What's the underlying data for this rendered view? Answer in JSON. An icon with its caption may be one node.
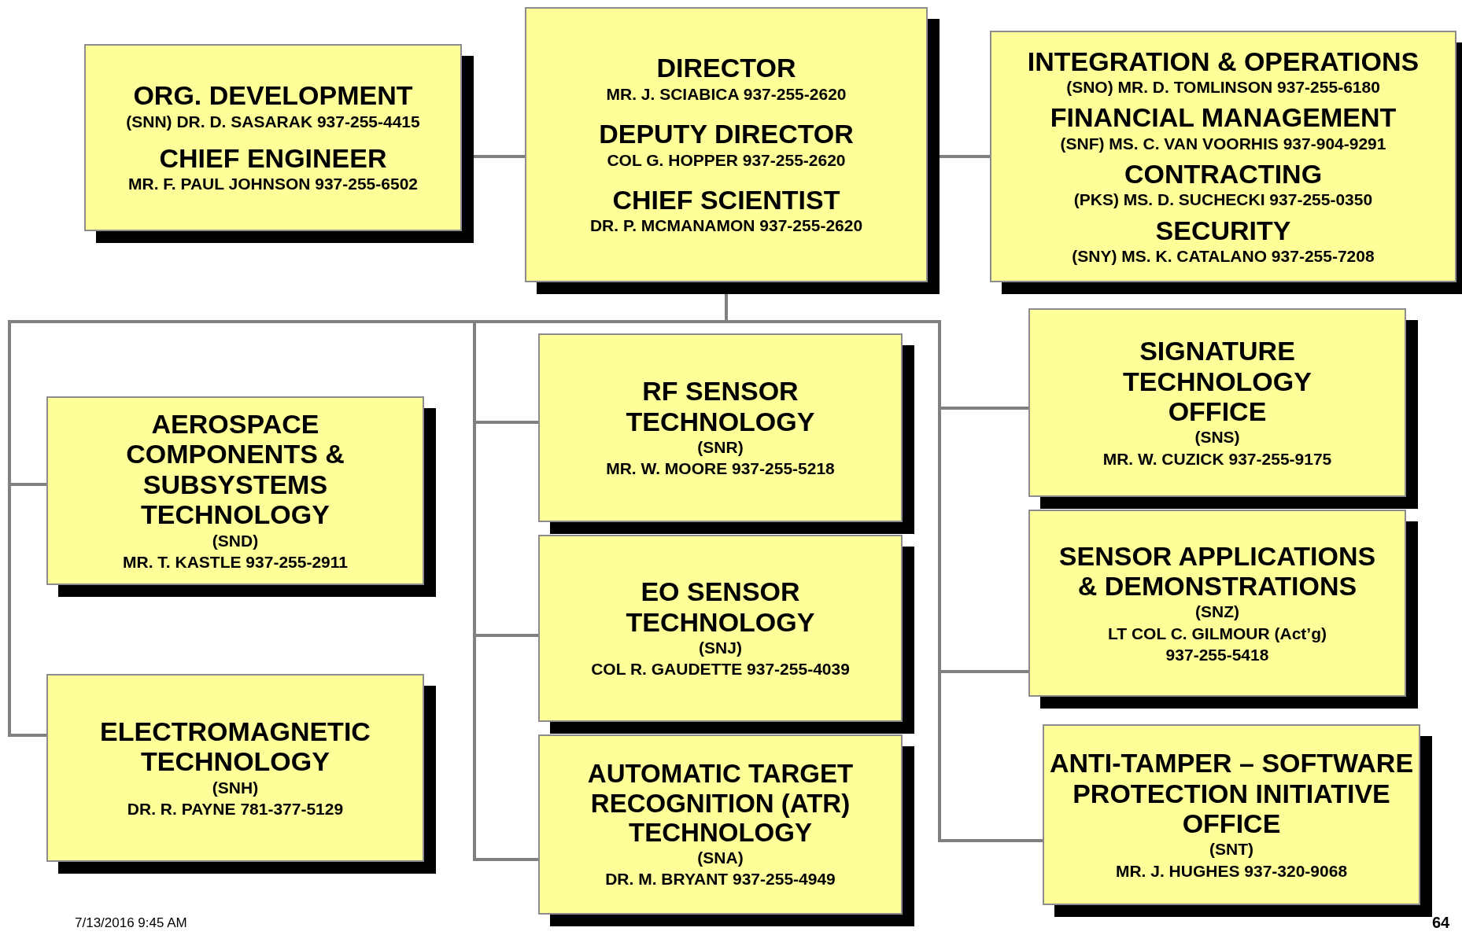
{
  "diagram": {
    "nodes": [
      {
        "text": [
          "ORG. DEVELOPMENT",
          "(SNN) DR. D. SASARAK 937-255-4415",
          "CHIEF ENGINEER",
          "MR. F. PAUL JOHNSON 937-255-6502"
        ]
      },
      {
        "text": [
          "DIRECTOR",
          "MR. J. SCIABICA 937-255-2620",
          "DEPUTY DIRECTOR",
          "COL G. HOPPER 937-255-2620",
          "CHIEF SCIENTIST",
          "DR. P. MCMANAMON 937-255-2620"
        ]
      },
      {
        "text": [
          "INTEGRATION & OPERATIONS",
          "(SNO)  MR. D. TOMLINSON 937-255-6180",
          "FINANCIAL MANAGEMENT",
          "(SNF) MS. C. VAN VOORHIS 937-904-9291",
          "CONTRACTING",
          "(PKS)  MS. D. SUCHECKI 937-255-0350",
          "SECURITY",
          "(SNY) MS. K. CATALANO 937-255-7208"
        ]
      },
      {
        "text": [
          "AEROSPACE COMPONENTS & SUBSYSTEMS TECHNOLOGY",
          "(SND)",
          "MR. T. KASTLE 937-255-2911"
        ]
      },
      {
        "text": [
          "ELECTROMAGNETIC TECHNOLOGY",
          "(SNH)",
          "DR. R. PAYNE 781-377-5129"
        ]
      },
      {
        "text": [
          "RF SENSOR TECHNOLOGY",
          "(SNR)",
          "MR. W. MOORE 937-255-5218"
        ]
      },
      {
        "text": [
          "EO SENSOR TECHNOLOGY",
          "(SNJ)",
          "COL R. GAUDETTE 937-255-4039"
        ]
      },
      {
        "text": [
          "AUTOMATIC TARGET RECOGNITION (ATR) TECHNOLOGY",
          "(SNA)",
          "DR. M. BRYANT 937-255-4949"
        ]
      },
      {
        "text": [
          "SIGNATURE TECHNOLOGY OFFICE",
          "(SNS)",
          "MR. W. CUZICK 937-255-9175"
        ]
      },
      {
        "text": [
          "SENSOR APPLICATIONS & DEMONSTRATIONS",
          "(SNZ)",
          "LT COL C. GILMOUR (Act’g)",
          "937-255-5418"
        ]
      },
      {
        "text": [
          "ANTI-TAMPER – SOFTWARE PROTECTION INITIATIVE OFFICE",
          "(SNT)",
          "MR. J. HUGHES 937-320-9068"
        ]
      }
    ],
    "edges": [
      {
        "from": 1,
        "to": 0,
        "arrow": "none"
      },
      {
        "from": 1,
        "to": 2,
        "arrow": "none"
      },
      {
        "from": 1,
        "to": 3,
        "arrow": "none"
      },
      {
        "from": 1,
        "to": 4,
        "arrow": "none"
      },
      {
        "from": 1,
        "to": 5,
        "arrow": "none"
      },
      {
        "from": 1,
        "to": 6,
        "arrow": "none"
      },
      {
        "from": 1,
        "to": 7,
        "arrow": "none"
      },
      {
        "from": 1,
        "to": 8,
        "arrow": "none"
      },
      {
        "from": 1,
        "to": 9,
        "arrow": "none"
      },
      {
        "from": 1,
        "to": 10,
        "arrow": "none"
      }
    ],
    "labels": [
      "7/13/2016 9:45 AM",
      "64"
    ]
  }
}
